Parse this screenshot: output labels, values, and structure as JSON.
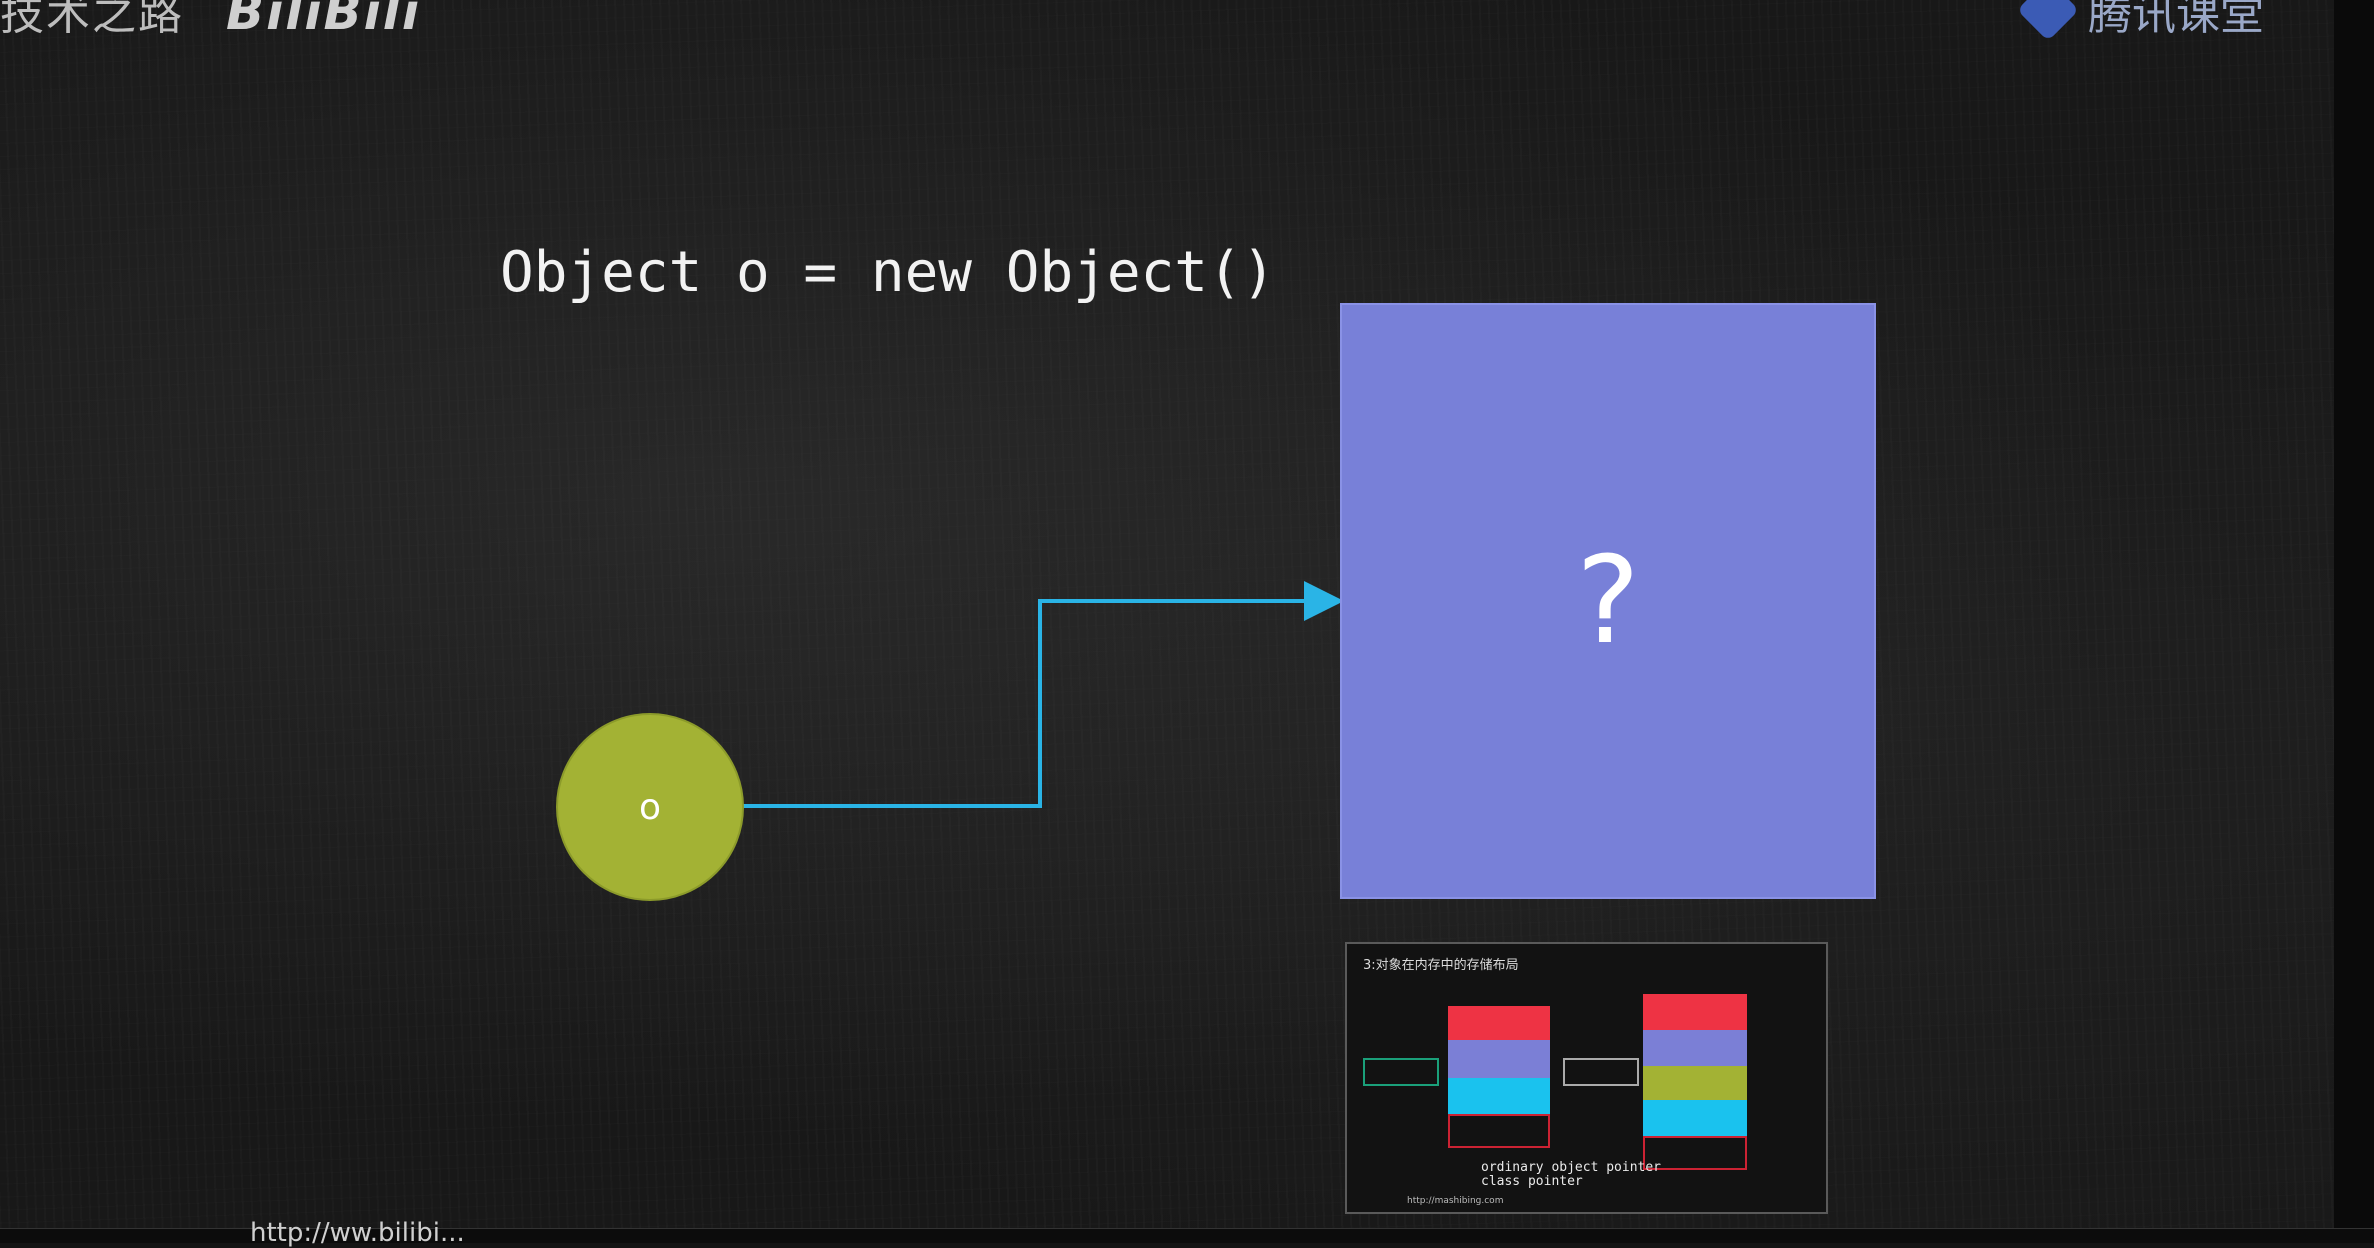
{
  "watermark": {
    "left_text": "技术之路",
    "left_logo": "BiliBili",
    "right_text": "腾讯课堂"
  },
  "slide": {
    "code": "Object o = new Object()",
    "reference_label": "o",
    "object_label": "?"
  },
  "thumbnail": {
    "title": "3:对象在内存中的存储布局",
    "caption_line1": "ordinary object pointer",
    "caption_line2": "class pointer",
    "url": "http://mashibing.com"
  },
  "bottom": {
    "url_fragment": "http://ww.bilibi..."
  },
  "colors": {
    "circle": "#a3b234",
    "box": "#7880d8",
    "arrow": "#2ab4e6",
    "board": "#181818"
  },
  "icons": [
    "bilibili-logo-icon",
    "tencent-classroom-shield-icon",
    "arrow-connector"
  ]
}
